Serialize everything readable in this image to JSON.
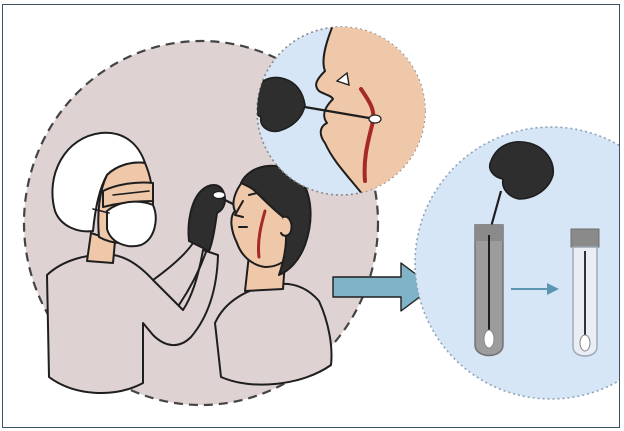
{
  "figure": {
    "kind": "illustration",
    "steps": [
      "collection-circle",
      "nasopharyngeal-zoom",
      "transfer-arrow",
      "transport-tubes"
    ]
  },
  "colors": {
    "frame_border": "#3a5266",
    "collection_fill": "#dfd2d3",
    "collection_border": "#444444",
    "zoom_fill": "#d6e6f6",
    "zoom_border": "#888888",
    "tube_fill": "#d6e6f6",
    "tube_border": "#8ea3b8",
    "skin": "#efc7a9",
    "glove": "#2e2e2e",
    "hair": "#2e2e2e",
    "blood_line": "#a52a24",
    "arrow": "#7fb3c7",
    "small_arrow": "#5b96b0",
    "tube_gray": "#9c9c9c",
    "tube_light": "#cfcfcf",
    "swab_tip": "#ffffff"
  },
  "icons": {
    "big_arrow": "arrow-right-icon",
    "small_arrow": "arrow-right-icon"
  }
}
